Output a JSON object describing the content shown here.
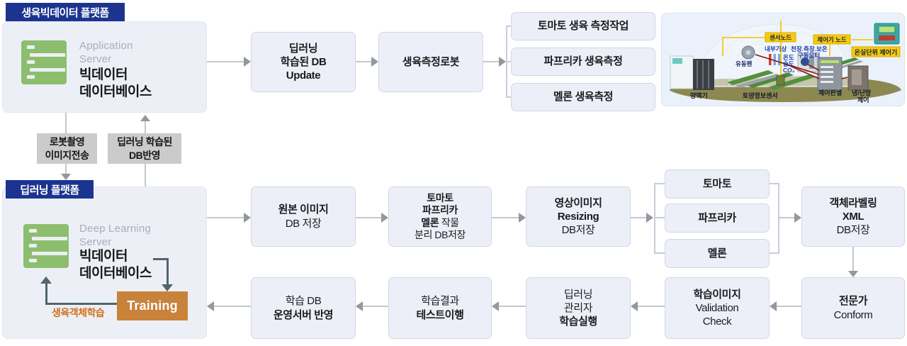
{
  "colors": {
    "header_navy": "#1C3490",
    "flow_box_fill": "#EDEFF8",
    "training_orange": "#C8823A",
    "server_green": "#8CBE6E",
    "note_orange": "#D2711B",
    "tag_yellow": "#F6CB0F"
  },
  "platform_top": {
    "title": "생육빅데이터 플랫폼",
    "server_type_lines": [
      {
        "t": "Application"
      },
      {
        "t": "Server"
      }
    ],
    "server_name_lines": [
      {
        "t": "빅데이터",
        "b": true
      },
      {
        "t": "데이터베이스",
        "b": true
      }
    ]
  },
  "platform_bottom": {
    "title": "딥러닝 플랫폼",
    "server_type_lines": [
      {
        "t": "Deep Learning"
      },
      {
        "t": "Server"
      }
    ],
    "server_name_lines": [
      {
        "t": "빅데이터",
        "b": true
      },
      {
        "t": "데이터베이스",
        "b": true
      }
    ],
    "training_label": "Training",
    "training_note": "생육객체학습"
  },
  "transfer": {
    "robot_upload_lines": [
      {
        "t": "로봇촬영"
      },
      {
        "t": "이미지전송"
      }
    ],
    "db_reflect_lines": [
      {
        "t": "딥러닝 학습된"
      },
      {
        "t": "DB반영"
      }
    ]
  },
  "boxes": {
    "db_update": [
      {
        "t": "딥러닝",
        "b": true
      },
      {
        "t": "학습된 DB",
        "b": true
      },
      {
        "t": "Update",
        "b": true
      }
    ],
    "robot": [
      {
        "t": "생육측정로봇",
        "b": true
      }
    ],
    "measure_tomato": [
      {
        "t": "토마토 생육 측정작업",
        "b": true
      }
    ],
    "measure_paprika": [
      {
        "t": "파프리카 생육측정",
        "b": true
      }
    ],
    "measure_melon": [
      {
        "t": "멜론 생육측정",
        "b": true
      }
    ],
    "original_image": [
      {
        "t": "원본 이미지",
        "b": true
      },
      {
        "t": "DB 저장"
      }
    ],
    "crop_split": [
      {
        "t": "토마토",
        "b": true
      },
      {
        "t": "파프리카",
        "b": true
      },
      [
        {
          "t": "멜론 ",
          "b": true
        },
        {
          "t": "작물"
        }
      ],
      {
        "t": "분리 DB저장"
      }
    ],
    "resizing": [
      {
        "t": "영상이미지",
        "b": true
      },
      {
        "t": "Resizing",
        "b": true
      },
      {
        "t": "DB저장"
      }
    ],
    "crop_tomato": [
      {
        "t": "토마토",
        "b": true
      }
    ],
    "crop_paprika": [
      {
        "t": "파프리카",
        "b": true
      }
    ],
    "crop_melon": [
      {
        "t": "멜론",
        "b": true
      }
    ],
    "labeling": [
      {
        "t": "객체라벨링",
        "b": true
      },
      {
        "t": "XML",
        "b": true
      },
      {
        "t": "DB저장"
      }
    ],
    "expert": [
      {
        "t": "전문가",
        "b": true
      },
      {
        "t": "Conform"
      }
    ],
    "validation": [
      {
        "t": "학습이미지",
        "b": true
      },
      {
        "t": "Validation"
      },
      {
        "t": "Check"
      }
    ],
    "train_exec": [
      {
        "t": "딥러닝"
      },
      {
        "t": "관리자"
      },
      {
        "t": "학습실행",
        "b": true
      }
    ],
    "test_run": [
      {
        "t": "학습결과"
      },
      {
        "t": "테스트이행",
        "b": true
      }
    ],
    "deploy": [
      {
        "t": "학습 DB"
      },
      {
        "t": "운영서버 반영",
        "b": true
      }
    ]
  },
  "greenhouse": {
    "tags": {
      "sensor_node": "센서노드",
      "controller_node": "제어기 노드",
      "unit_controller": "온실단위 제어기"
    },
    "annotations": {
      "weather": "내부기상",
      "motor_line1": "천장.측장.보온",
      "motor_line2": "구동모터",
      "temp": "온도",
      "humidity": "습도",
      "co2": "CO₂",
      "fan": "유동팬"
    },
    "ground_labels": {
      "nutrient": "양액기",
      "soil_sensor": "토양정보센서",
      "panel": "제어판넬",
      "hvac_line1": "냉/난방",
      "hvac_line2": "제어"
    }
  }
}
